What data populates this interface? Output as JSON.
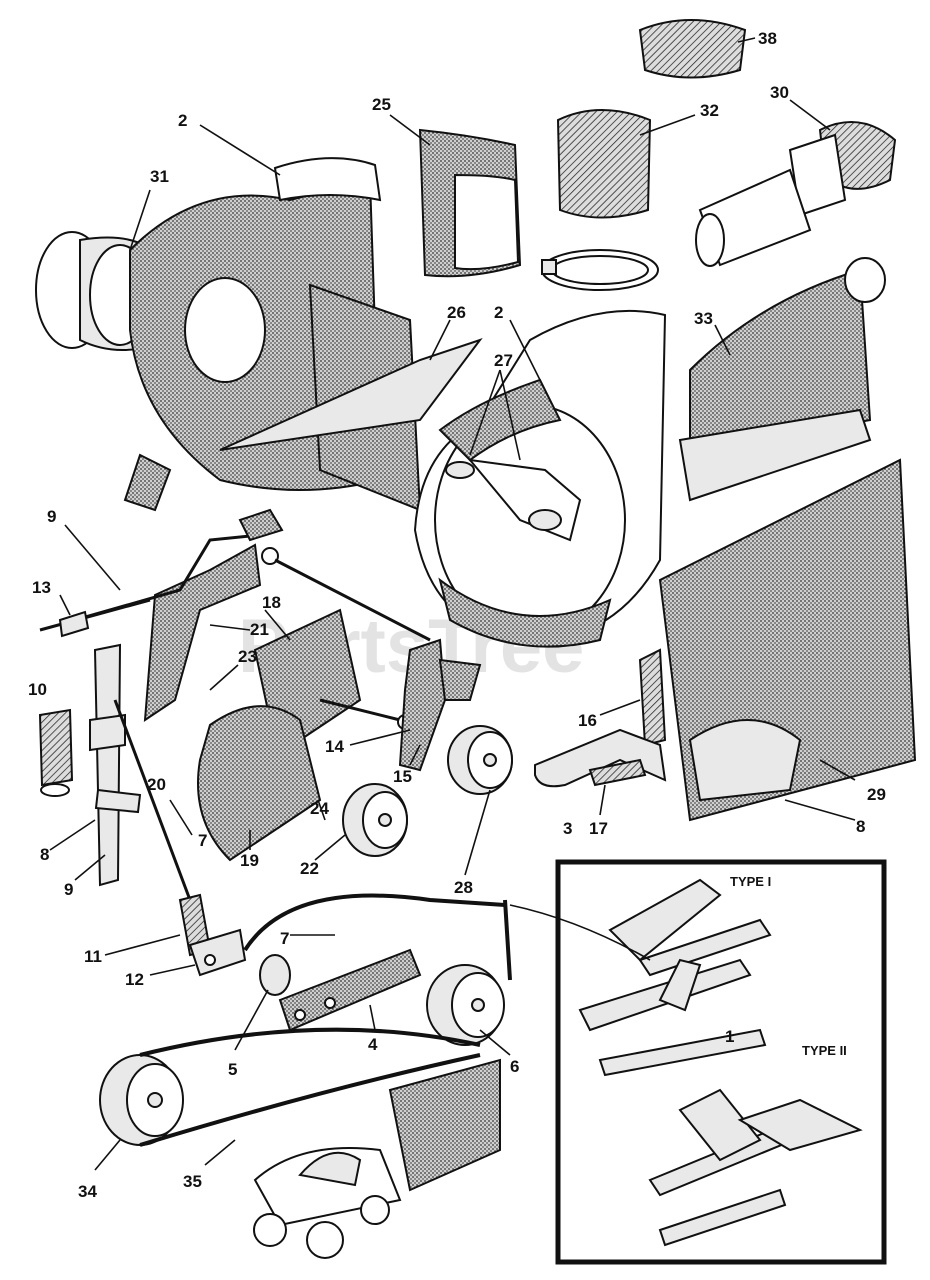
{
  "diagram": {
    "watermark": "PartsTree",
    "callouts": [
      {
        "id": "c38",
        "text": "38"
      },
      {
        "id": "c30",
        "text": "30"
      },
      {
        "id": "c25",
        "text": "25"
      },
      {
        "id": "c32",
        "text": "32"
      },
      {
        "id": "c2a",
        "text": "2"
      },
      {
        "id": "c31",
        "text": "31"
      },
      {
        "id": "c26",
        "text": "26"
      },
      {
        "id": "c2b",
        "text": "2"
      },
      {
        "id": "c27",
        "text": "27"
      },
      {
        "id": "c33",
        "text": "33"
      },
      {
        "id": "c9a",
        "text": "9"
      },
      {
        "id": "c13",
        "text": "13"
      },
      {
        "id": "c18",
        "text": "18"
      },
      {
        "id": "c21",
        "text": "21"
      },
      {
        "id": "c23",
        "text": "23"
      },
      {
        "id": "c10",
        "text": "10"
      },
      {
        "id": "c14",
        "text": "14"
      },
      {
        "id": "c15",
        "text": "15"
      },
      {
        "id": "c16",
        "text": "16"
      },
      {
        "id": "c20",
        "text": "20"
      },
      {
        "id": "c29",
        "text": "29"
      },
      {
        "id": "c8a",
        "text": "8"
      },
      {
        "id": "c8b",
        "text": "8"
      },
      {
        "id": "c3",
        "text": "3"
      },
      {
        "id": "c17",
        "text": "17"
      },
      {
        "id": "c7a",
        "text": "7"
      },
      {
        "id": "c24",
        "text": "24"
      },
      {
        "id": "c19",
        "text": "19"
      },
      {
        "id": "c22",
        "text": "22"
      },
      {
        "id": "c9b",
        "text": "9"
      },
      {
        "id": "c28",
        "text": "28"
      },
      {
        "id": "c11",
        "text": "11"
      },
      {
        "id": "c7b",
        "text": "7"
      },
      {
        "id": "c12",
        "text": "12"
      },
      {
        "id": "c5",
        "text": "5"
      },
      {
        "id": "c4",
        "text": "4"
      },
      {
        "id": "c6",
        "text": "6"
      },
      {
        "id": "c1",
        "text": "1"
      },
      {
        "id": "c34",
        "text": "34"
      },
      {
        "id": "c35",
        "text": "35"
      }
    ],
    "inset": {
      "type1_label": "TYPE I",
      "type2_label": "TYPE II"
    }
  }
}
